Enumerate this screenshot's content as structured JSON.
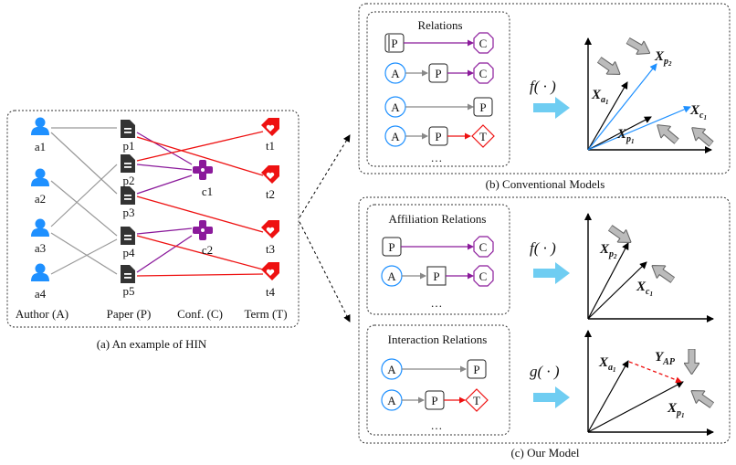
{
  "hin": {
    "authors": [
      "a1",
      "a2",
      "a3",
      "a4"
    ],
    "papers": [
      "p1",
      "p2",
      "p3",
      "p4",
      "p5"
    ],
    "conferences": [
      "c1",
      "c2"
    ],
    "terms": [
      "t1",
      "t2",
      "t3",
      "t4"
    ],
    "column_labels": [
      "Author (A)",
      "Paper (P)",
      "Conf. (C)",
      "Term (T)"
    ],
    "caption": "(a)  An example of HIN"
  },
  "conventional": {
    "relations_title": "Relations",
    "ellipsis": "…",
    "function": "f( · )",
    "caption": "(b)  Conventional Models"
  },
  "our_model": {
    "affiliation_title": "Affiliation Relations",
    "interaction_title": "Interaction Relations",
    "ellipsis": "…",
    "function_f": "f( · )",
    "function_g": "g( · )",
    "caption": "(c)  Our Model"
  },
  "node_labels": {
    "author": "A",
    "paper": "P",
    "conference": "C",
    "term": "T"
  },
  "vector_labels": {
    "x": "X",
    "y": "Y",
    "a1": "a",
    "p1": "p",
    "p2": "p",
    "c1": "c",
    "sub1": "1",
    "sub2": "2",
    "ap": "AP"
  },
  "colors": {
    "author": "#1e90ff",
    "paper": "#333333",
    "conference": "#8b1a9b",
    "term": "#ee1111",
    "arrow_fill": "#6fcdf2",
    "hint_arrow": "#bbbbbb"
  },
  "icons": [
    "person-icon",
    "document-icon",
    "plus-icon",
    "tag-heart-icon",
    "big-right-arrow-icon"
  ]
}
